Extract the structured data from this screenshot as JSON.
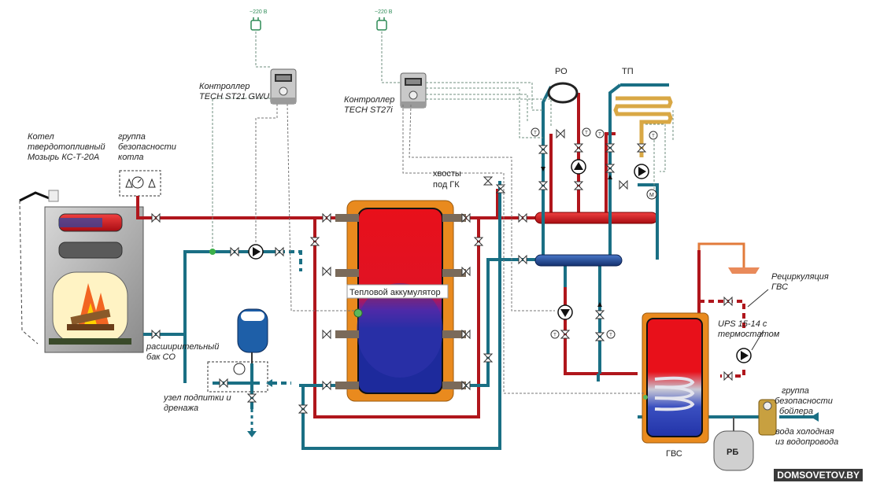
{
  "labels": {
    "boiler": [
      "Котел",
      "твердотопливный",
      "Мозырь КС-Т-20А"
    ],
    "boiler_safety": [
      "группа",
      "безопасности",
      "котла"
    ],
    "controller1": [
      "Контроллер",
      "TECH ST21 GWU"
    ],
    "controller2": [
      "Контроллер",
      "TECH ST27i"
    ],
    "power1": "~220 В",
    "power2": "~220 В",
    "tails": [
      "хвосты",
      "под ГК"
    ],
    "accumulator": "Тепловой аккумулятор",
    "expansion_tank": [
      "расширительный",
      "бак СО"
    ],
    "makeup_node": [
      "узел подпитки и",
      "дренажа"
    ],
    "radiator": "РО",
    "floor_heating": "ТП",
    "dhw": "ГВС",
    "dhw_recirc": [
      "Рециркуляция",
      "ГВС"
    ],
    "ups_pump": [
      "UPS 15-14 с",
      "термостатом"
    ],
    "boiler_safety_group": [
      "группа",
      "безопасности",
      "бойлера"
    ],
    "cold_water": [
      "вода холодная",
      "из водопровода"
    ],
    "buffer_vessel": "РБ",
    "mixing_motor": "M",
    "thermometer_symbol": "T"
  },
  "watermark": "DOMSOVETOV.BY",
  "colors": {
    "hot_pipe": "#b0161c",
    "cold_pipe": "#1a6f84",
    "floor_pipe": "#d9a845",
    "accumulator_shell": "#e98a1e",
    "tank_hot": "#e8101a",
    "tank_cold": "#1d2a9c"
  }
}
